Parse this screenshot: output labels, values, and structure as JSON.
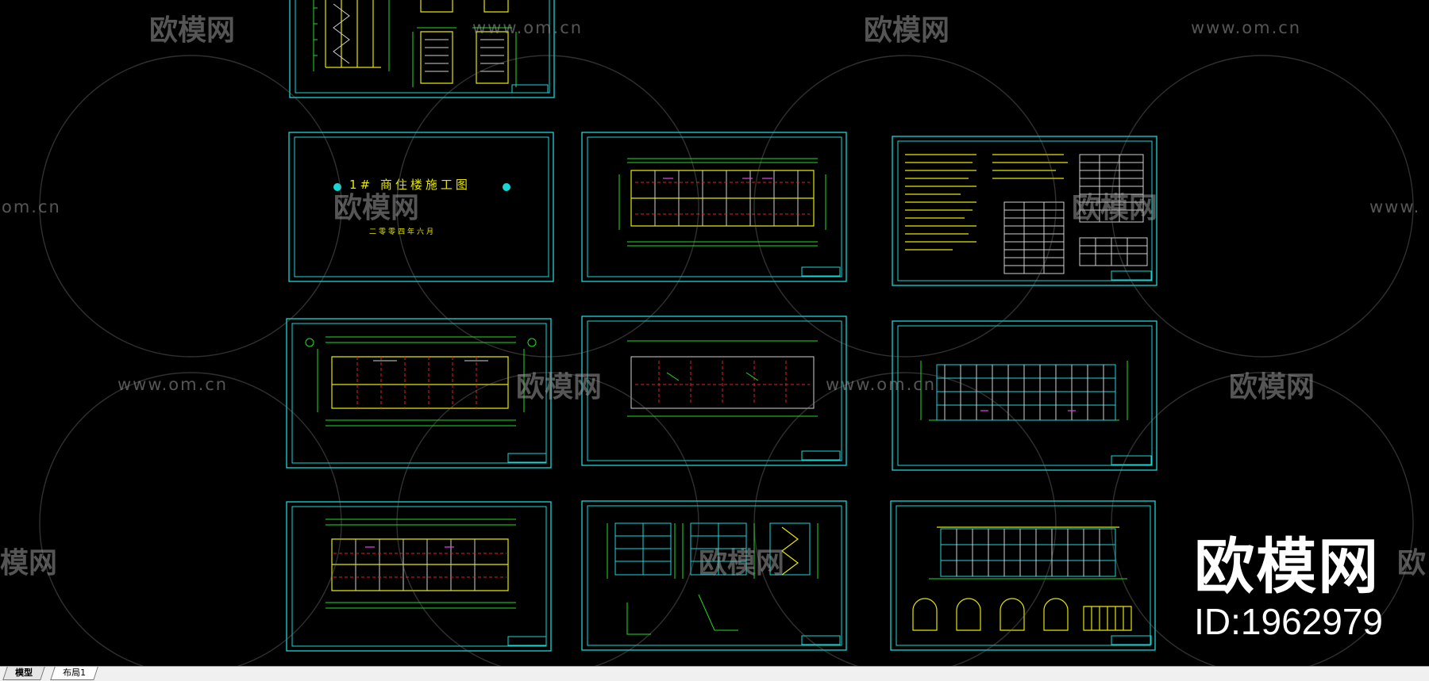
{
  "watermark": {
    "url_text": "www.om.cn",
    "url_fragment_left": "om.cn",
    "url_fragment_right": "www.",
    "logo_text": "欧模网",
    "logo_fragment_left": "模网",
    "logo_fragment_right": "欧"
  },
  "brand": {
    "name": "欧模网",
    "id_text": "ID:1962979"
  },
  "cover_sheet": {
    "title": "1# 商住楼施工图",
    "subtitle": "二零零四年六月"
  },
  "layout_tabs": [
    {
      "label": "模型",
      "active": true
    },
    {
      "label": "布局1",
      "active": false
    }
  ],
  "colors": {
    "background": "#000000",
    "sheet_frame": "#19d6d6",
    "linework_yellow": "#e6e600",
    "linework_green": "#22dd22",
    "linework_red": "#e02020",
    "linework_magenta": "#e040e0"
  }
}
